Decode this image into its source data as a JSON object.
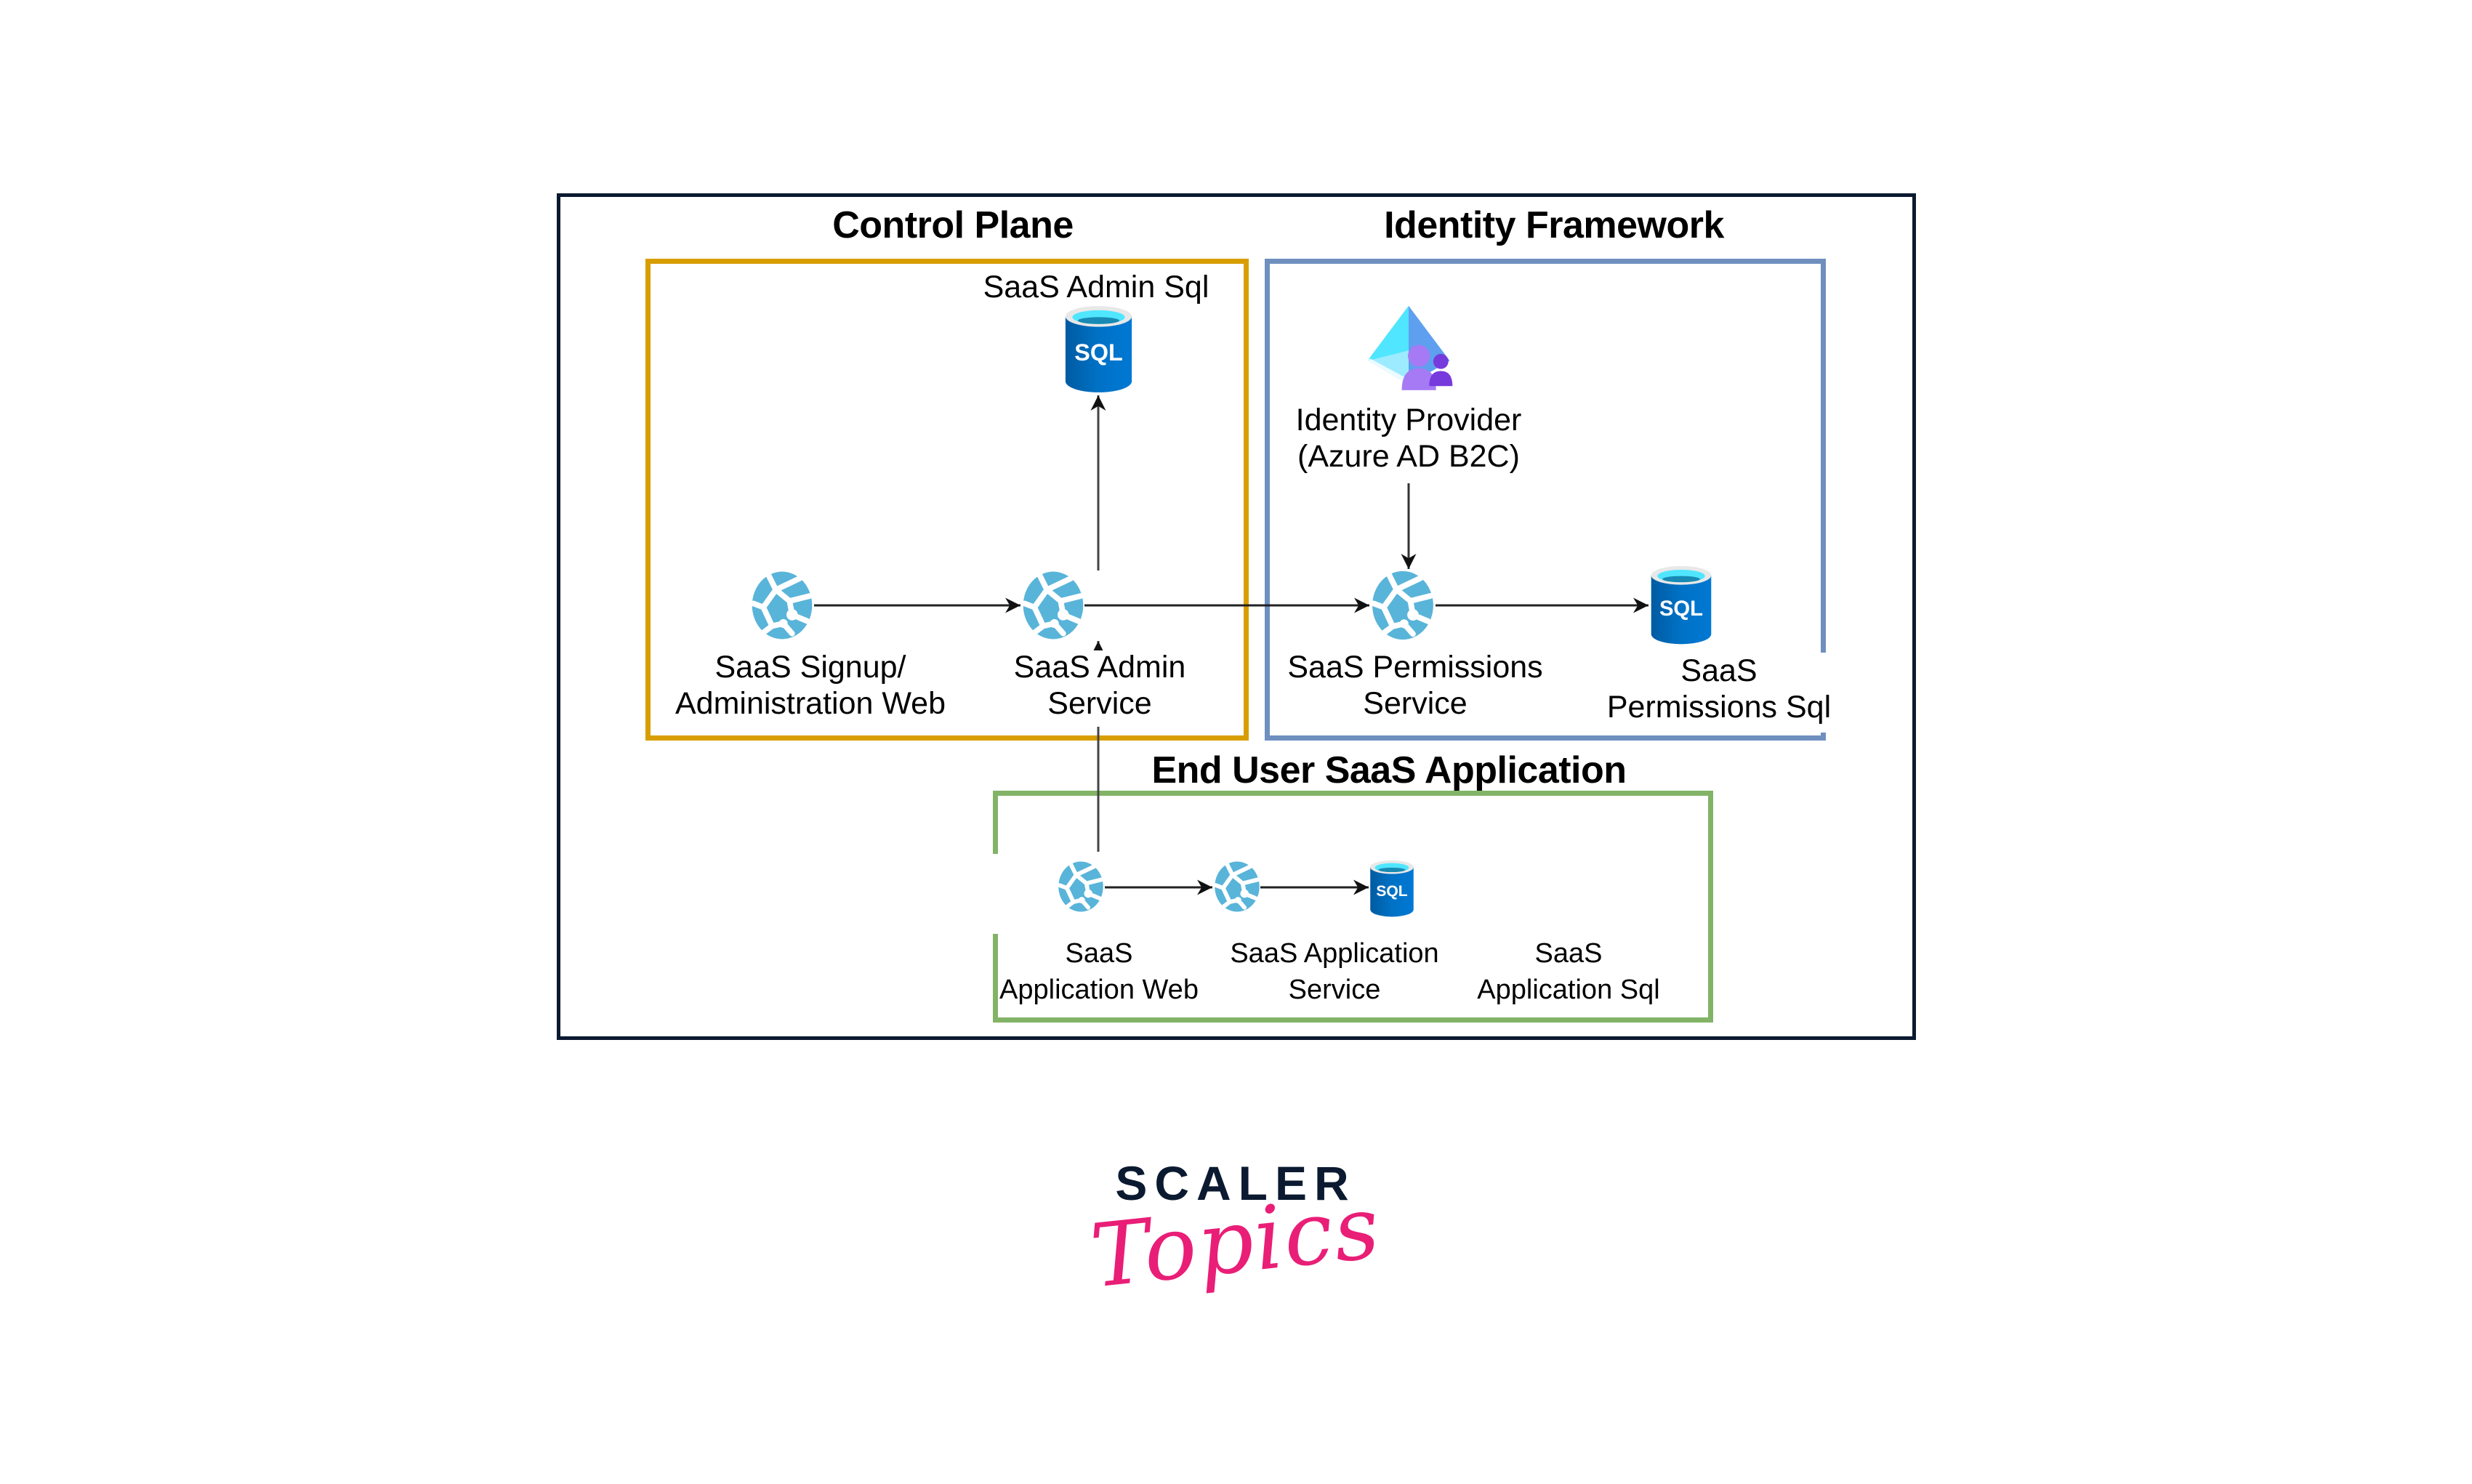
{
  "diagram": {
    "groups": {
      "control_plane": {
        "title": "Control Plane",
        "color": "#d89e00"
      },
      "identity_framework": {
        "title": "Identity Framework",
        "color": "#6f8fbf"
      },
      "end_user_app": {
        "title": "End User SaaS Application",
        "color": "#82b366"
      }
    },
    "nodes": {
      "admin_sql": {
        "label": "SaaS Admin Sql",
        "icon": "sql-database-icon"
      },
      "signup_web": {
        "label_line1": "SaaS Signup/",
        "label_line2": "Administration Web",
        "icon": "web-app-icon"
      },
      "admin_service": {
        "label_line1": "SaaS Admin",
        "label_line2": "Service",
        "icon": "web-app-icon"
      },
      "identity_provider": {
        "label_line1": "Identity Provider",
        "label_line2": "(Azure AD B2C)",
        "icon": "azure-ad-b2c-icon"
      },
      "permissions_service": {
        "label_line1": "SaaS Permissions",
        "label_line2": "Service",
        "icon": "web-app-icon"
      },
      "permissions_sql": {
        "label_line1": "SaaS",
        "label_line2": "Permissions Sql",
        "icon": "sql-database-icon"
      },
      "app_web": {
        "label_line1": "SaaS",
        "label_line2": "Application Web",
        "icon": "web-app-icon"
      },
      "app_service": {
        "label_line1": "SaaS Application",
        "label_line2": "Service",
        "icon": "web-app-icon"
      },
      "app_sql": {
        "label_line1": "SaaS",
        "label_line2": "Application Sql",
        "icon": "sql-database-icon"
      }
    },
    "edges": [
      {
        "from": "signup_web",
        "to": "admin_service"
      },
      {
        "from": "admin_service",
        "to": "admin_sql"
      },
      {
        "from": "admin_service",
        "to": "permissions_service"
      },
      {
        "from": "identity_provider",
        "to": "permissions_service"
      },
      {
        "from": "permissions_service",
        "to": "permissions_sql"
      },
      {
        "from": "app_web",
        "to": "admin_service"
      },
      {
        "from": "app_web",
        "to": "app_service"
      },
      {
        "from": "app_service",
        "to": "app_sql"
      }
    ],
    "sql_text": "SQL"
  },
  "brand": {
    "line1": "SCALER",
    "line2": "Topics",
    "dark": "#0b1a30",
    "accent": "#e91e77"
  }
}
